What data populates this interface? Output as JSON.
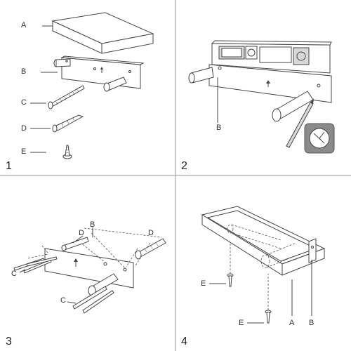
{
  "steps": [
    {
      "number": "1",
      "labels": {
        "a": "A",
        "b": "B",
        "c": "C",
        "d": "D",
        "e": "E"
      }
    },
    {
      "number": "2",
      "labels": {
        "b": "B"
      }
    },
    {
      "number": "3",
      "labels": {
        "b": "B",
        "c_left": "C",
        "c_right": "C",
        "d_left": "D",
        "d_right": "D"
      }
    },
    {
      "number": "4",
      "labels": {
        "e_top": "E",
        "e_bottom": "E",
        "a": "A",
        "b": "B"
      }
    }
  ],
  "colors": {
    "line": "#444444",
    "divider": "#9a9a9a",
    "level_green": "#5a5a5a"
  }
}
